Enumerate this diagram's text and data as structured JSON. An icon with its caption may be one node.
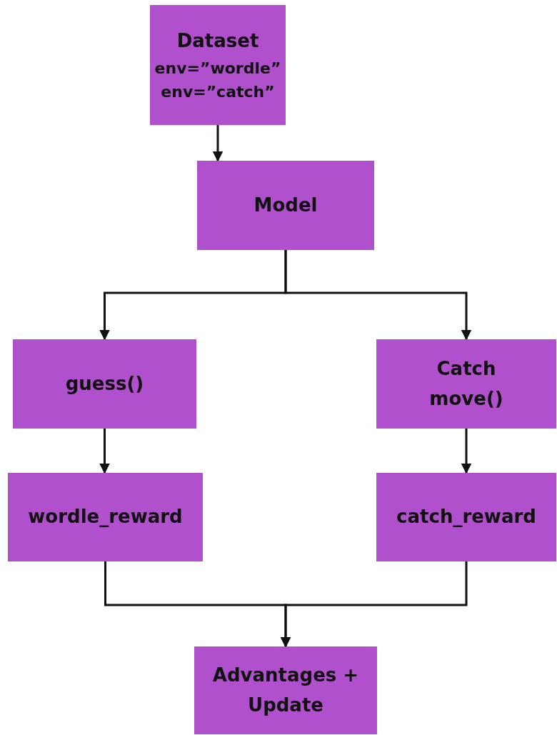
{
  "diagram": {
    "nodes": [
      {
        "text": [
          "Dataset",
          "env=”wordle” env=”catch”"
        ]
      },
      {
        "text": [
          "Model"
        ]
      },
      {
        "text": [
          "guess()"
        ]
      },
      {
        "text": [
          "Catch",
          "move()"
        ]
      },
      {
        "text": [
          "wordle_reward"
        ]
      },
      {
        "text": [
          "catch_reward"
        ]
      },
      {
        "text": [
          "Advantages + Update"
        ]
      }
    ],
    "edges": [
      {
        "from": 0,
        "to": 1,
        "arrow": "to"
      },
      {
        "from": 1,
        "to": 2,
        "arrow": "to"
      },
      {
        "from": 1,
        "to": 3,
        "arrow": "to"
      },
      {
        "from": 2,
        "to": 4,
        "arrow": "to"
      },
      {
        "from": 3,
        "to": 5,
        "arrow": "to"
      },
      {
        "from": 4,
        "to": 6,
        "arrow": "to"
      },
      {
        "from": 5,
        "to": 6,
        "arrow": "to"
      }
    ]
  }
}
